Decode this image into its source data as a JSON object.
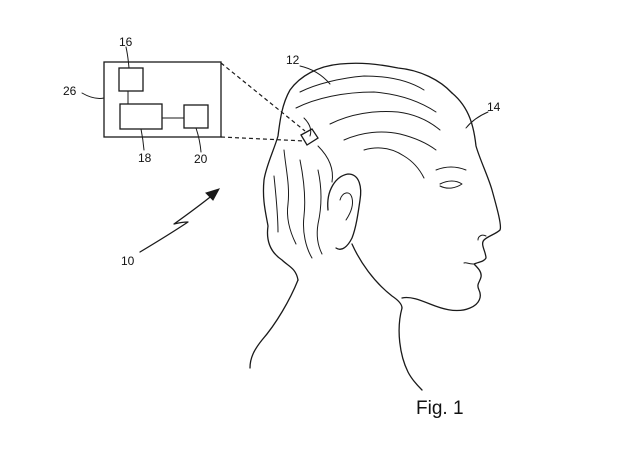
{
  "figure": {
    "caption": "Fig. 1",
    "labels": {
      "device": "10",
      "implant": "12",
      "head": "14",
      "component_top": "16",
      "component_mid": "18",
      "component_right": "20",
      "module_box": "26"
    }
  },
  "colors": {
    "ink": "#1a1a1a",
    "background": "#ffffff"
  }
}
